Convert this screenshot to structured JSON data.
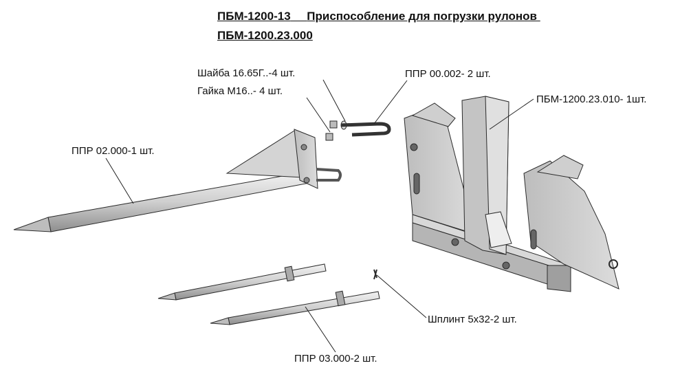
{
  "title": {
    "line1_code": "ПБМ-1200-13",
    "line1_name": "Приспособление для погрузки рулонов",
    "line2": "ПБМ-1200.23.000"
  },
  "labels": {
    "washer": "Шайба 16.65Г..-4 шт.",
    "nut": "Гайка М16..- 4 шт.",
    "u_bolt": "ППР 00.002- 2 шт.",
    "frame": "ПБМ-1200.23.010- 1шт.",
    "main_tine": "ППР 02.000-1 шт.",
    "cotter_pin": "Шплинт 5х32-2 шт.",
    "side_tines": "ППР 03.000-2 шт."
  },
  "colors": {
    "metal": "#c9c9c9",
    "metal_dark": "#9a9a9a",
    "metal_light": "#e6e6e6",
    "outline": "#2a2a2a"
  }
}
